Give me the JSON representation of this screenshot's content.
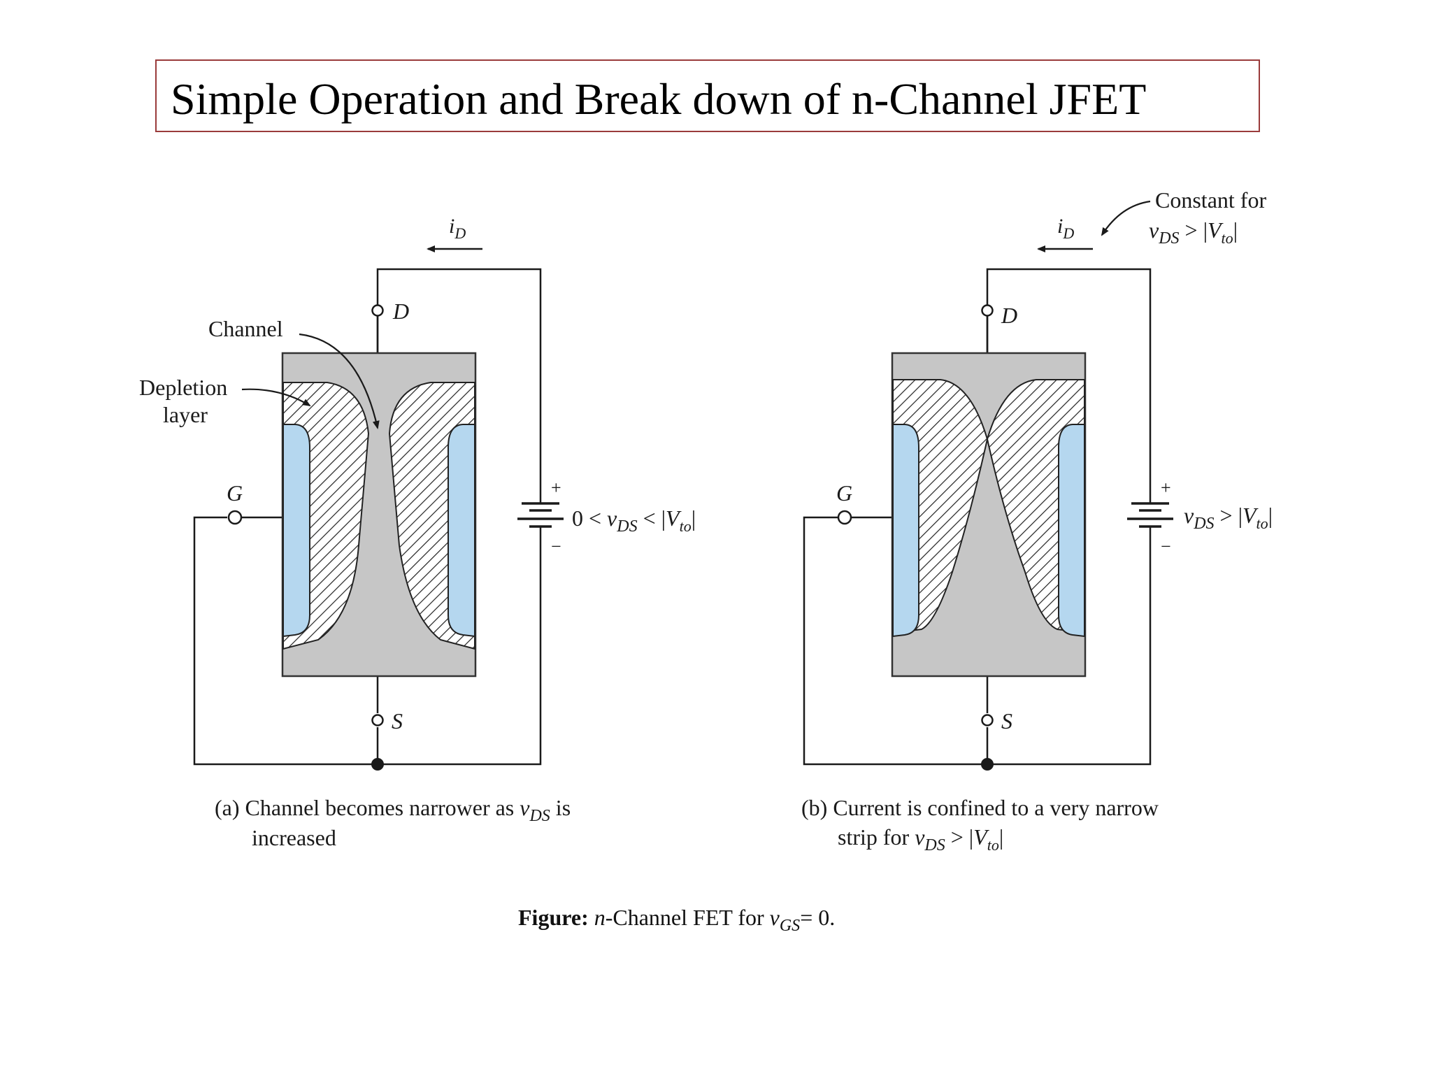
{
  "title": "Simple Operation and Break down of n-Channel JFET",
  "colors": {
    "channel_fill": "#c6c6c6",
    "gate_fill": "#b5d7ef",
    "hatch": "#222222",
    "title_border": "#9a3b3b",
    "wire": "#1a1a1a"
  },
  "diagram_a": {
    "label_drain": "D",
    "label_source": "S",
    "label_gate": "G",
    "label_current": "i",
    "label_current_sub": "D",
    "label_channel": "Channel",
    "label_depletion_1": "Depletion",
    "label_depletion_2": "layer",
    "battery_plus": "+",
    "battery_minus": "−",
    "condition_prefix": "0 < ",
    "condition_v": "v",
    "condition_v_sub": "DS",
    "condition_mid": " < |",
    "condition_V": "V",
    "condition_V_sub": "to",
    "condition_end": "|",
    "caption_prefix": "(a) Channel becomes narrower as ",
    "caption_v": "v",
    "caption_v_sub": "DS",
    "caption_suffix": " is",
    "caption_line2": "increased"
  },
  "diagram_b": {
    "label_drain": "D",
    "label_source": "S",
    "label_gate": "G",
    "label_current": "i",
    "label_current_sub": "D",
    "note_line1": "Constant for",
    "note_v": "v",
    "note_v_sub": "DS",
    "note_mid": " > |",
    "note_V": "V",
    "note_V_sub": "to",
    "note_end": "|",
    "battery_plus": "+",
    "battery_minus": "−",
    "condition_v": "v",
    "condition_v_sub": "DS",
    "condition_mid": " > |",
    "condition_V": "V",
    "condition_V_sub": "to",
    "condition_end": "|",
    "caption_line1": "(b) Current is confined to a very narrow",
    "caption_line2_prefix": "strip for ",
    "caption_v": "v",
    "caption_v_sub": "DS",
    "caption_mid": " > |",
    "caption_V": "V",
    "caption_V_sub": "to",
    "caption_end": "|"
  },
  "figure_caption": {
    "bold": "Figure:",
    "n": " n",
    "rest": "-Channel FET for ",
    "v": "v",
    "v_sub": "GS",
    "end": "= 0."
  }
}
